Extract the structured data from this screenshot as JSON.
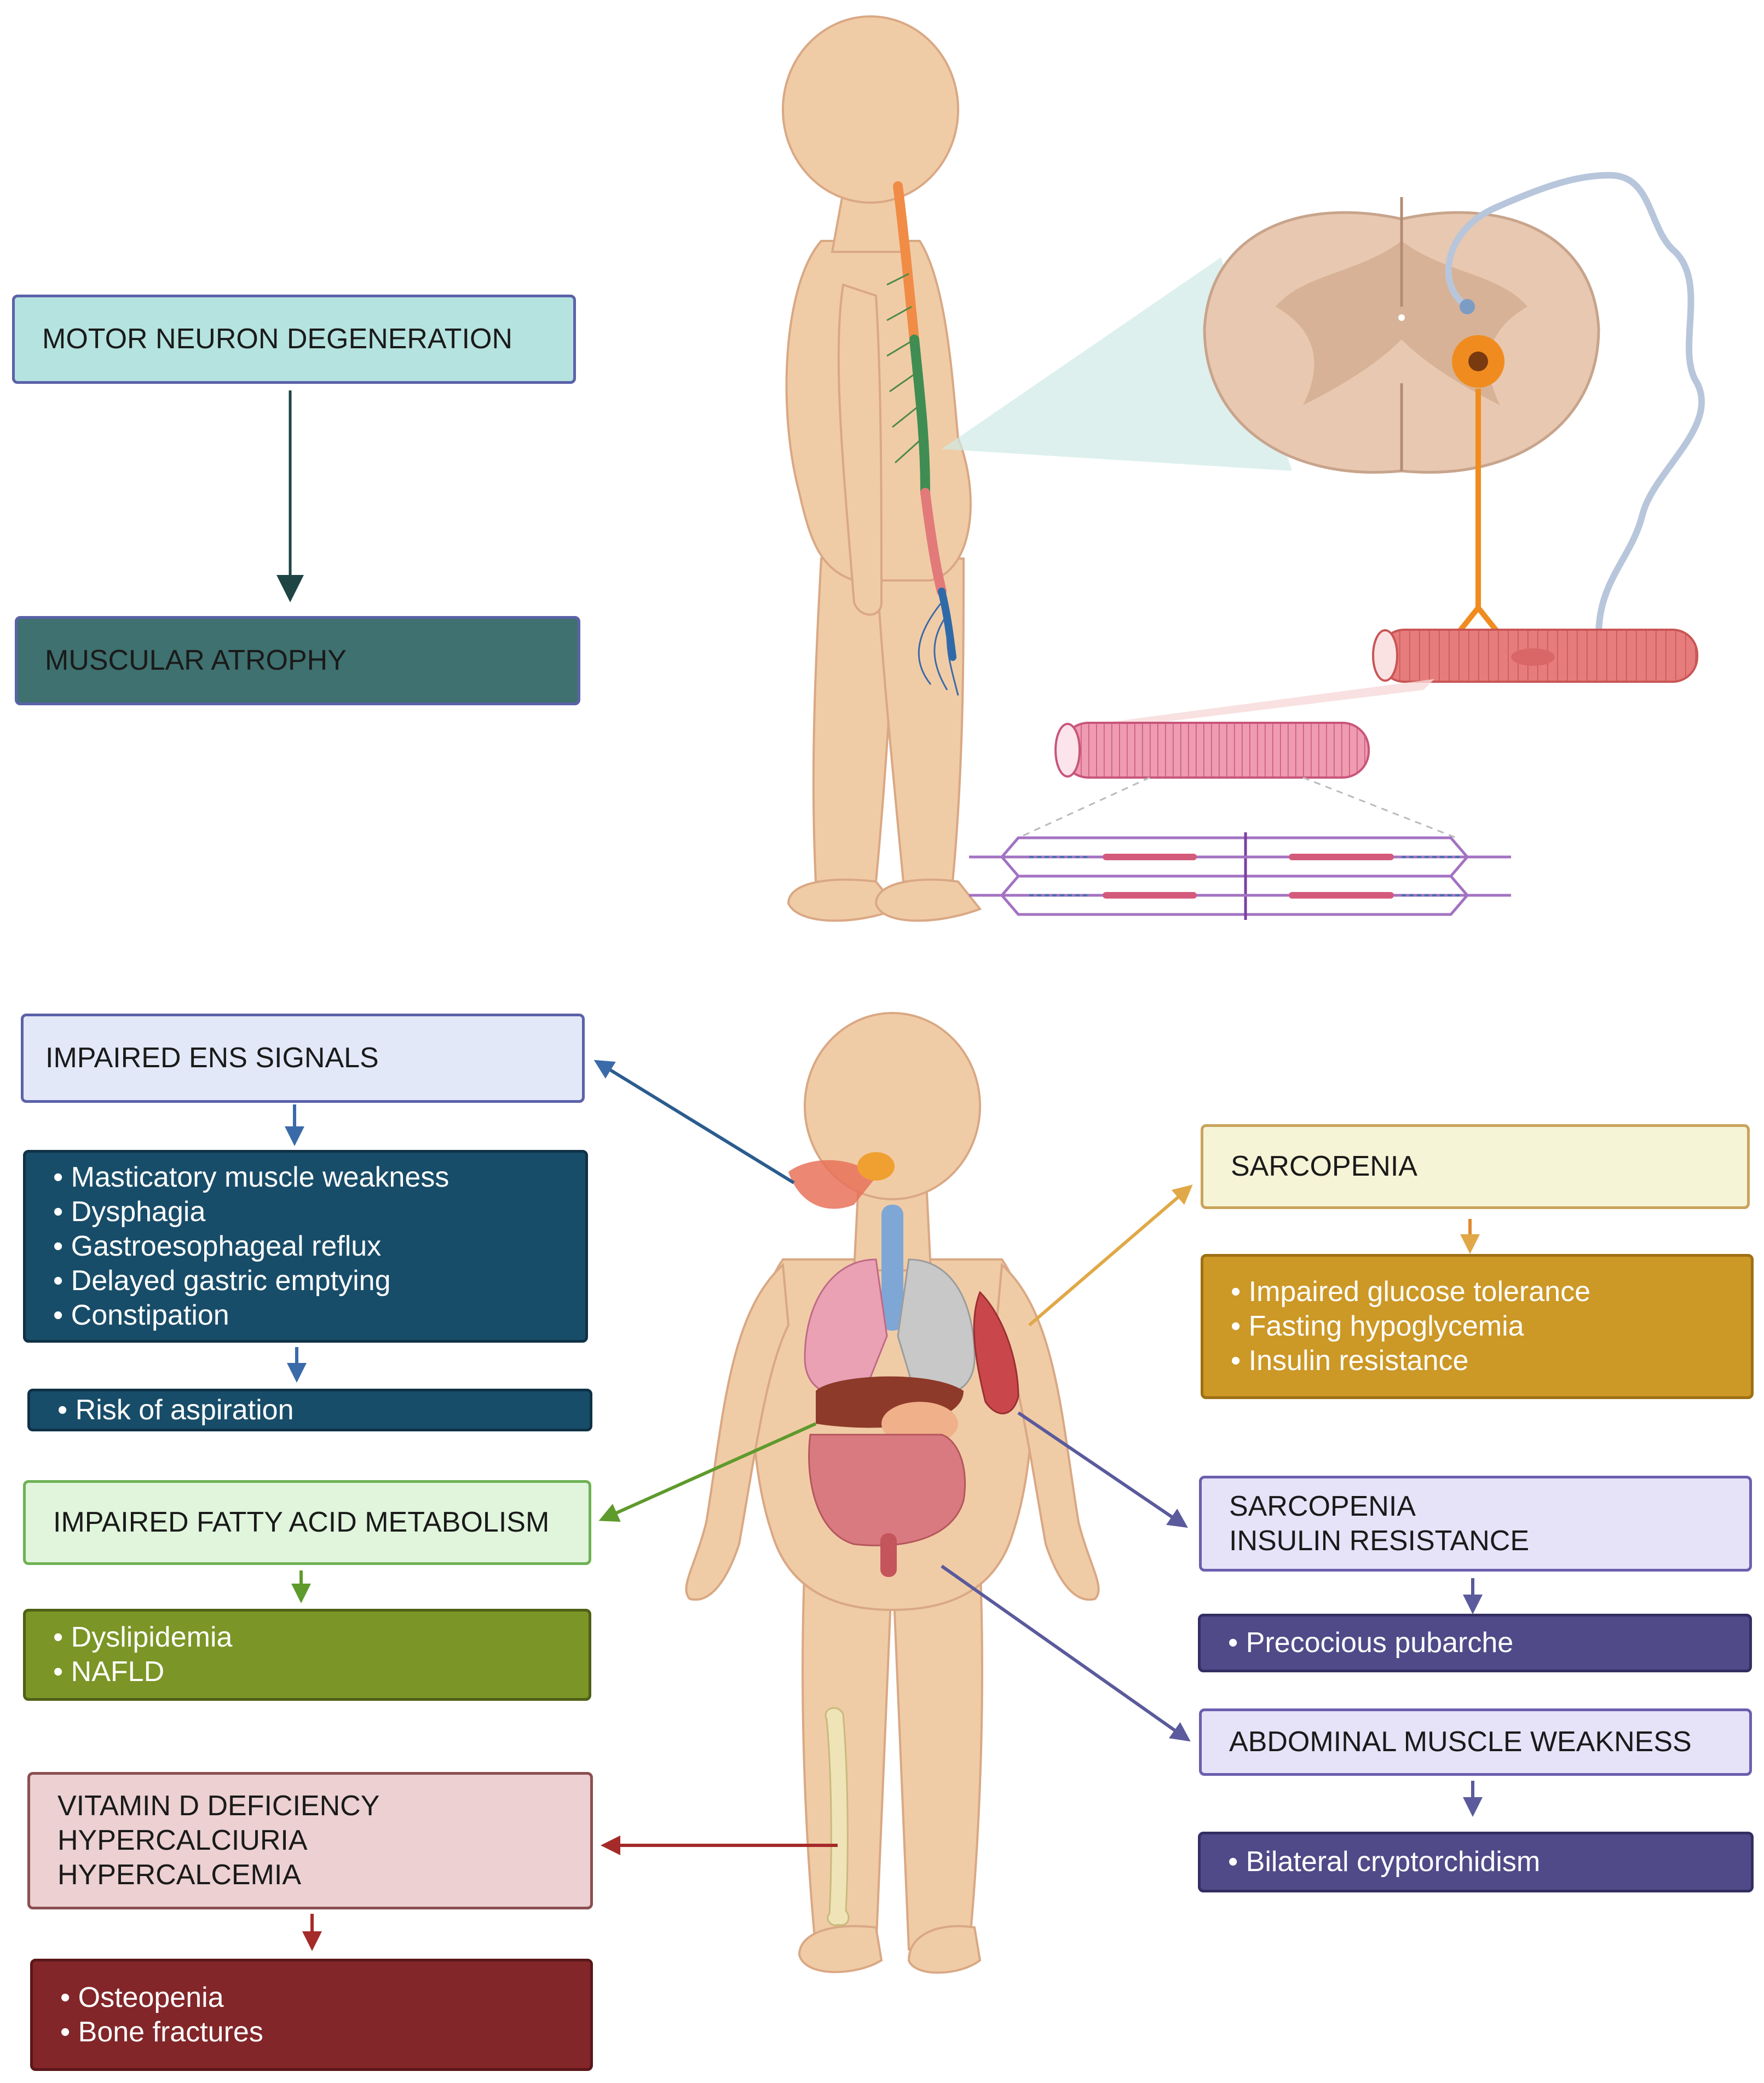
{
  "top_section": {
    "cause": "MOTOR NEURON DEGENERATION",
    "effect": "MUSCULAR ATROPHY"
  },
  "left_panels": {
    "ens": {
      "title": "IMPAIRED ENS SIGNALS",
      "items": [
        "Masticatory muscle weakness",
        "Dysphagia",
        "Gastroesophageal reflux",
        "Delayed gastric emptying",
        "Constipation"
      ],
      "consequence": "Risk of aspiration"
    },
    "fatty_acid": {
      "title": "IMPAIRED FATTY ACID METABOLISM",
      "items": [
        "Dyslipidemia",
        "NAFLD"
      ]
    },
    "vitamin_d": {
      "lines": [
        "VITAMIN D DEFICIENCY",
        "HYPERCALCIURIA",
        "HYPERCALCEMIA"
      ],
      "items": [
        "Osteopenia",
        "Bone fractures"
      ]
    }
  },
  "right_panels": {
    "sarcopenia": {
      "title": "SARCOPENIA",
      "items": [
        "Impaired glucose tolerance",
        "Fasting hypoglycemia",
        "Insulin resistance"
      ]
    },
    "sarcopenia_insulin": {
      "lines": [
        "SARCOPENIA",
        "INSULIN RESISTANCE"
      ],
      "items": [
        "Precocious pubarche"
      ]
    },
    "abdominal": {
      "title": "ABDOMINAL MUSCLE WEAKNESS",
      "items": [
        "Bilateral cryptorchidism"
      ]
    }
  },
  "colors": {
    "motor_box": "#b5e3df",
    "atrophy_box": "#3e716f",
    "ens_title_box": "#e3e8f9",
    "ens_dark_box": "#184d69",
    "fatty_title_box": "#e0f5dc",
    "fatty_dark_box": "#7b9526",
    "vitd_title_box": "#ecd0d2",
    "vitd_dark_box": "#822629",
    "sarc_title_box": "#f6f4d6",
    "sarc_dark_box": "#cc9826",
    "purple_title_box": "#e6e2f8",
    "purple_dark_box": "#504a88",
    "skin": "#f0cca6",
    "skin_outline": "#d9a884"
  }
}
